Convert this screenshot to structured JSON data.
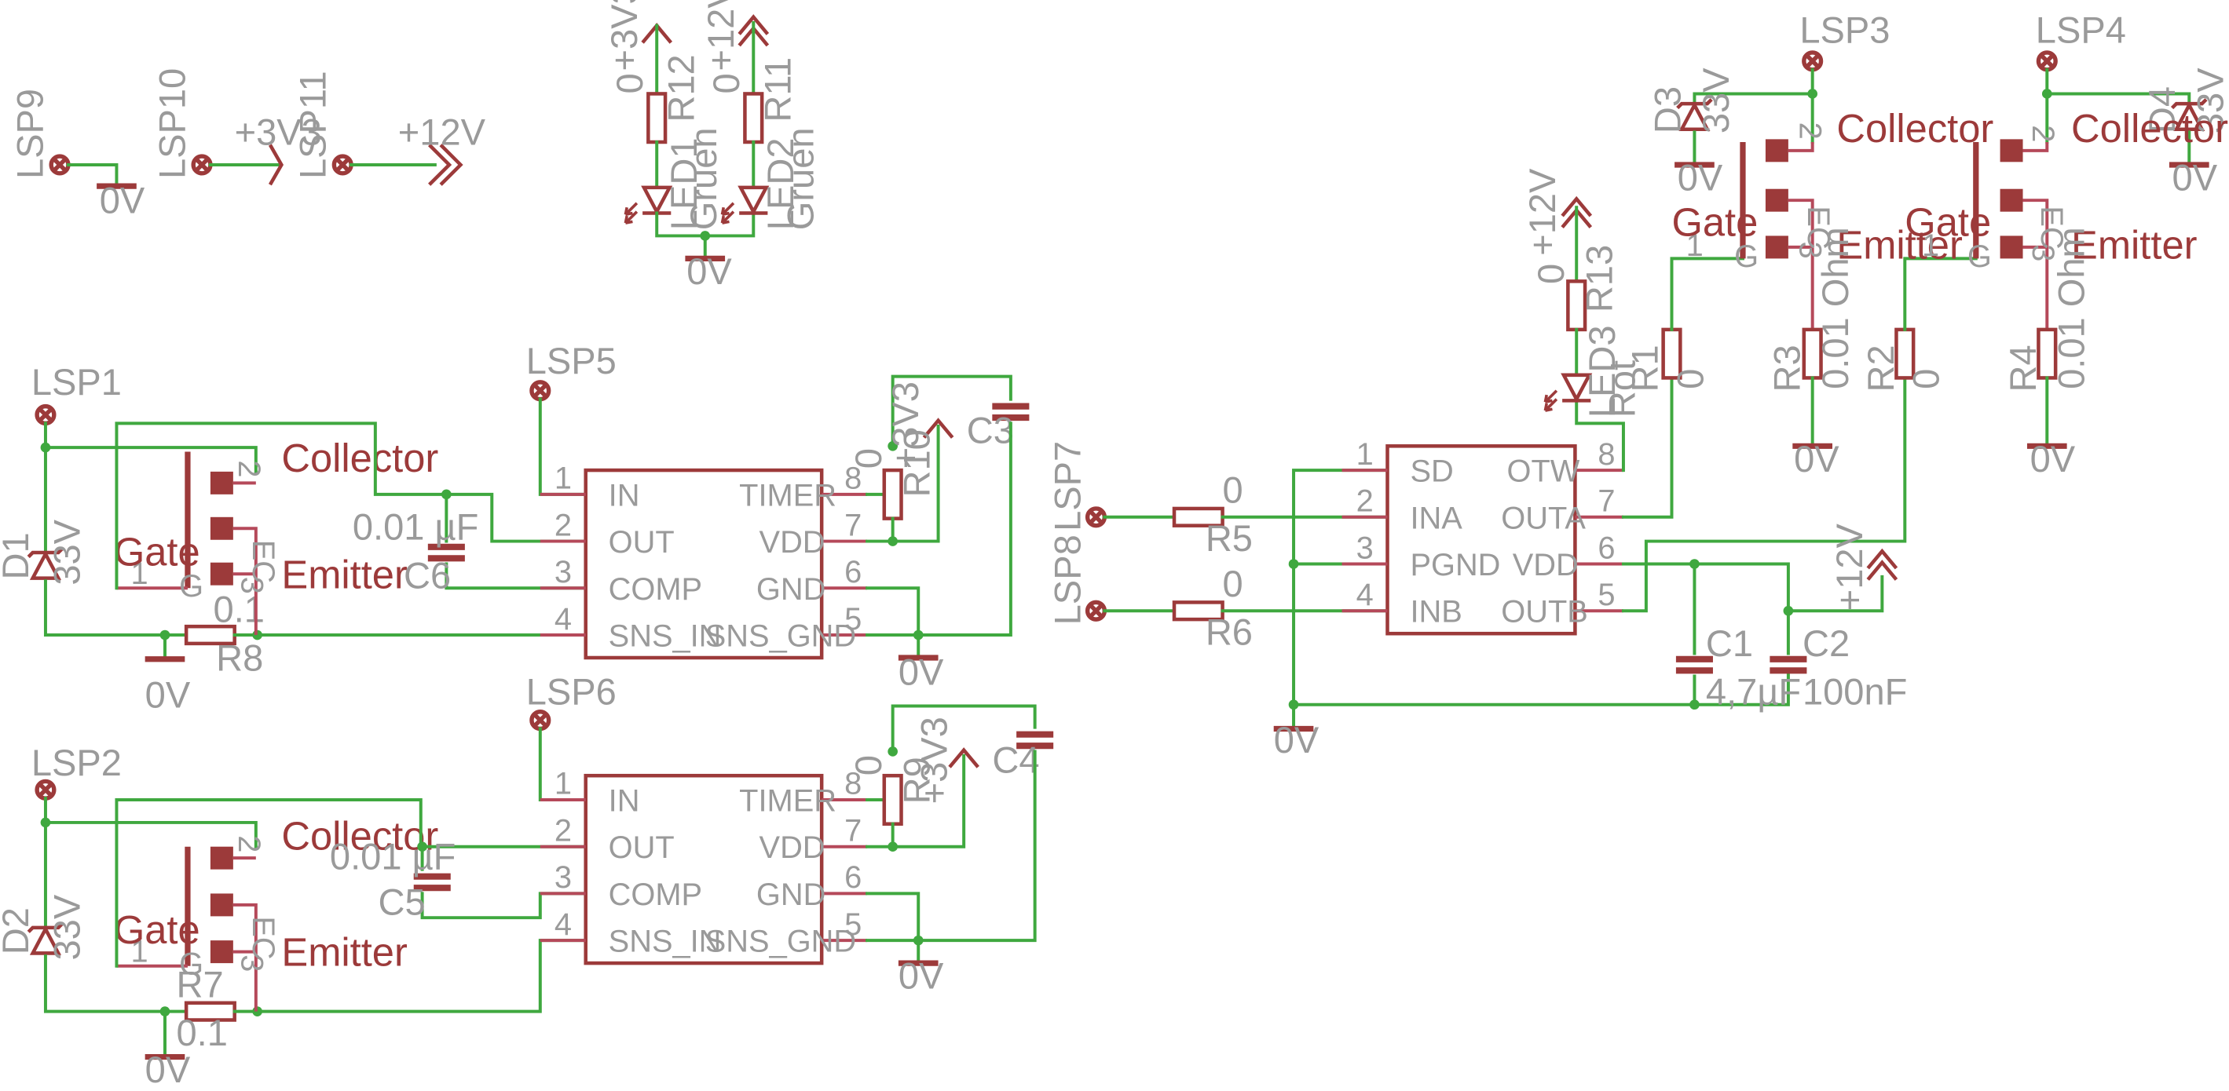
{
  "colors": {
    "wire": "#3fa83f",
    "symbol": "#9c3a3a",
    "label": "#9a9a9a",
    "pin": "#b5495a"
  },
  "nets": {
    "gnd": "0V",
    "v33": "+3V3",
    "v12": "+12V"
  },
  "test_points": {
    "lsp1": "LSP1",
    "lsp2": "LSP2",
    "lsp3": "LSP3",
    "lsp4": "LSP4",
    "lsp5": "LSP5",
    "lsp6": "LSP6",
    "lsp7": "LSP7",
    "lsp8": "LSP8",
    "lsp9": "LSP9",
    "lsp10": "LSP10",
    "lsp11": "LSP11"
  },
  "resistors": {
    "r1": {
      "name": "R1",
      "value": "0"
    },
    "r2": {
      "name": "R2",
      "value": "0"
    },
    "r3": {
      "name": "R3",
      "value": "0.01 Ohm"
    },
    "r4": {
      "name": "R4",
      "value": "0.01 Ohm"
    },
    "r5": {
      "name": "R5",
      "value": "0"
    },
    "r6": {
      "name": "R6",
      "value": "0"
    },
    "r7": {
      "name": "R7",
      "value": "0.1"
    },
    "r8": {
      "name": "R8",
      "value": "0.1"
    },
    "r9": {
      "name": "R9",
      "value": "0"
    },
    "r10": {
      "name": "R10",
      "value": "0"
    },
    "r11": {
      "name": "R11",
      "value": "0"
    },
    "r12": {
      "name": "R12",
      "value": "0"
    },
    "r13": {
      "name": "R13",
      "value": "0"
    }
  },
  "capacitors": {
    "c1": {
      "name": "C1",
      "value": "4,7µF"
    },
    "c2": {
      "name": "C2",
      "value": "100nF"
    },
    "c3": {
      "name": "C3"
    },
    "c4": {
      "name": "C4"
    },
    "c5": {
      "name": "C5",
      "value": "0.01 µF"
    },
    "c6": {
      "name": "C6",
      "value": "0.01 µF"
    }
  },
  "diodes": {
    "d1": {
      "name": "D1",
      "value": "33V"
    },
    "d2": {
      "name": "D2",
      "value": "33V"
    },
    "d3": {
      "name": "D3",
      "value": "33V"
    },
    "d4": {
      "name": "D4",
      "value": "33V"
    }
  },
  "leds": {
    "led1": {
      "name": "LED1",
      "value": "Gruen"
    },
    "led2": {
      "name": "LED2",
      "value": "Gruen"
    },
    "led3": {
      "name": "LED3",
      "value": "Rot"
    }
  },
  "transistor": {
    "collector": "Collector",
    "gate": "Gate",
    "emitter": "Emitter",
    "pin_g": "G",
    "pin_ec": "EC",
    "pin1": "1",
    "pin2": "2",
    "pin3": "3"
  },
  "sense_ic": {
    "left_pins": [
      "IN",
      "OUT",
      "COMP",
      "SNS_IN"
    ],
    "right_pins": [
      "TIMER",
      "VDD",
      "GND",
      "SNS_GND"
    ],
    "left_nums": [
      "1",
      "2",
      "3",
      "4"
    ],
    "right_nums": [
      "8",
      "7",
      "6",
      "5"
    ]
  },
  "driver_ic": {
    "left_pins": [
      "SD",
      "INA",
      "PGND",
      "INB"
    ],
    "right_pins": [
      "OTW",
      "OUTA",
      "VDD",
      "OUTB"
    ],
    "left_nums": [
      "1",
      "2",
      "3",
      "4"
    ],
    "right_nums": [
      "8",
      "7",
      "6",
      "5"
    ]
  }
}
